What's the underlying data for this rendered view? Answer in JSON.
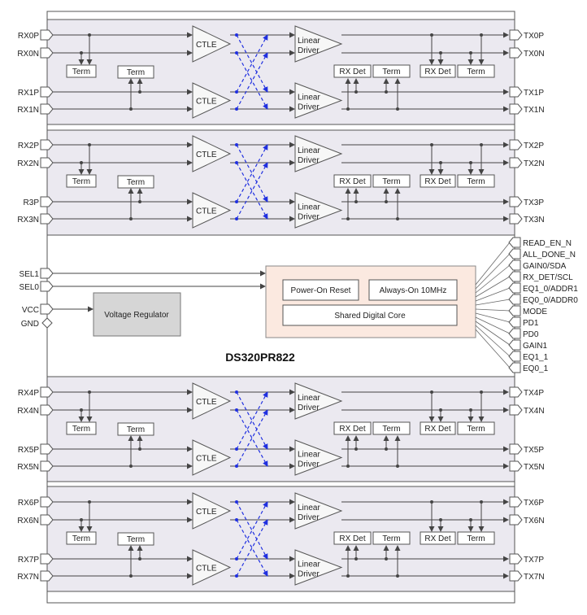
{
  "title": "DS320PR822",
  "lane_groups": [
    {
      "rx": [
        "RX0P",
        "RX0N",
        "RX1P",
        "RX1N"
      ],
      "tx": [
        "TX0P",
        "TX0N",
        "TX1P",
        "TX1N"
      ]
    },
    {
      "rx": [
        "RX2P",
        "RX2N",
        "R3P",
        "RX3N"
      ],
      "tx": [
        "TX2P",
        "TX2N",
        "TX3P",
        "TX3N"
      ]
    },
    {
      "rx": [
        "RX4P",
        "RX4N",
        "RX5P",
        "RX5N"
      ],
      "tx": [
        "TX4P",
        "TX4N",
        "TX5P",
        "TX5N"
      ]
    },
    {
      "rx": [
        "RX6P",
        "RX6N",
        "RX7P",
        "RX7N"
      ],
      "tx": [
        "TX6P",
        "TX6N",
        "TX7P",
        "TX7N"
      ]
    }
  ],
  "blocks": {
    "ctle": "CTLE",
    "driver_line1": "Linear",
    "driver_line2": "Driver",
    "term": "Term",
    "rx_det": "RX Det",
    "voltage_regulator": "Voltage Regulator",
    "power_on_reset": "Power-On Reset",
    "always_on": "Always-On 10MHz",
    "shared_core": "Shared Digital Core"
  },
  "left_pins": [
    "SEL1",
    "SEL0",
    "VCC",
    "GND"
  ],
  "right_pins": [
    "READ_EN_N",
    "ALL_DONE_N",
    "GAIN0/SDA",
    "RX_DET/SCL",
    "EQ1_0/ADDR1",
    "EQ0_0/ADDR0",
    "MODE",
    "PD1",
    "PD0",
    "GAIN1",
    "EQ1_1",
    "EQ0_1"
  ],
  "colors": {
    "group_bg": "#ebe9f0",
    "core_bg": "#fbe9e0",
    "block_gray": "#d6d6d6",
    "crossing": "#2030e0"
  }
}
